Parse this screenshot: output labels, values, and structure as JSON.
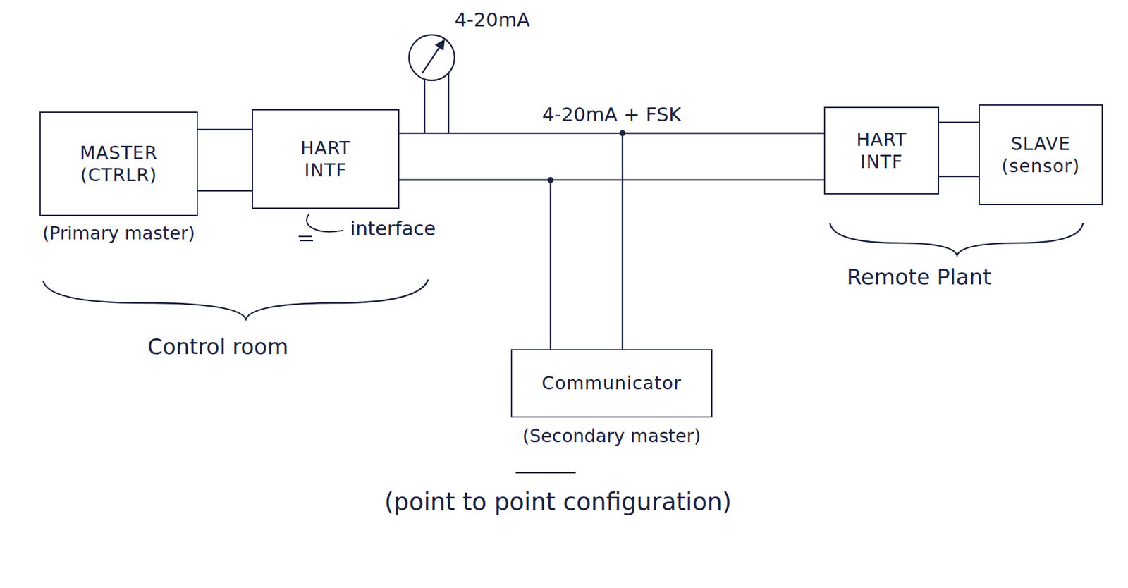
{
  "diagram": {
    "caption": "(point to point configuration)",
    "nodes": [
      {
        "text": [
          "MASTER (CTRLR)",
          "(Primary master)"
        ]
      },
      {
        "text": [
          "HART INTF"
        ]
      },
      {
        "text": [
          "HART INTF"
        ]
      },
      {
        "text": [
          "SLAVE (sensor)"
        ]
      },
      {
        "text": [
          "Communicator",
          "(Secondary master)"
        ]
      }
    ],
    "edges": [
      {
        "from": 0,
        "to": 1,
        "arrow": "none"
      },
      {
        "from": 0,
        "to": 1,
        "arrow": "none"
      },
      {
        "from": 1,
        "to": 2,
        "label": "4-20mA + FSK",
        "arrow": "none"
      },
      {
        "from": 1,
        "to": 2,
        "arrow": "none"
      },
      {
        "from": 2,
        "to": 3,
        "arrow": "none"
      },
      {
        "from": 2,
        "to": 3,
        "arrow": "none"
      },
      {
        "from": 4,
        "to": 1,
        "arrow": "none"
      },
      {
        "from": 4,
        "to": 2,
        "arrow": "none"
      }
    ],
    "labels": [
      "4-20mA",
      "interface",
      "Control room",
      "Remote Plant"
    ]
  }
}
